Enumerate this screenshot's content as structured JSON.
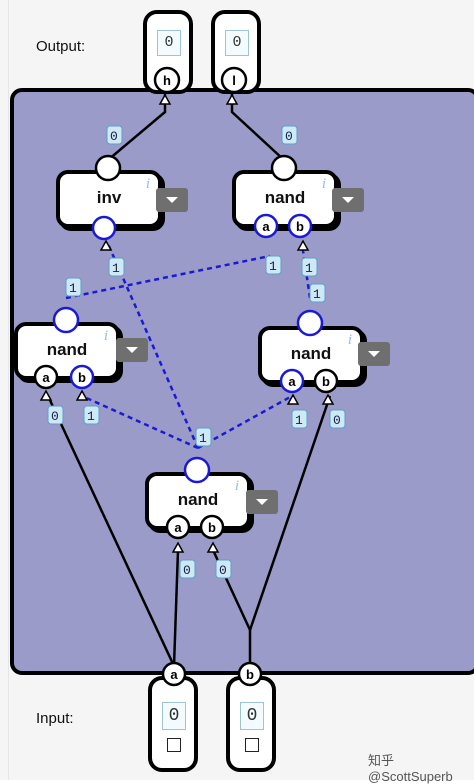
{
  "labels": {
    "output": "Output:",
    "input": "Input:"
  },
  "outputs": [
    {
      "port": "h",
      "value": "0"
    },
    {
      "port": "l",
      "value": "0"
    }
  ],
  "inputs": [
    {
      "port": "a",
      "value": "0"
    },
    {
      "port": "b",
      "value": "0"
    }
  ],
  "gates": [
    {
      "type": "inv",
      "ports": []
    },
    {
      "type": "nand",
      "ports": [
        "a",
        "b"
      ]
    },
    {
      "type": "nand",
      "ports": [
        "a",
        "b"
      ]
    },
    {
      "type": "nand",
      "ports": [
        "a",
        "b"
      ]
    },
    {
      "type": "nand",
      "ports": [
        "a",
        "b"
      ]
    }
  ],
  "info_glyph": "i",
  "wire_values": {
    "out_h": "0",
    "out_l": "0",
    "inv_in": "1",
    "nand_tr_b": "1",
    "nand_tr_out_a": "1",
    "nand_tr_out_b": "1",
    "nand_ml_a": "0",
    "nand_ml_b": "1",
    "nand_mr_a": "1",
    "nand_mr_b": "0",
    "nand_bot_out": "1",
    "nand_bot_a": "0",
    "nand_bot_b": "0"
  },
  "watermark": "知乎 @ScottSuperb",
  "colors": {
    "board": "#9b9bc9",
    "dashed_wire": "#1a1ad6",
    "value_tag": "#cfe8f5"
  }
}
